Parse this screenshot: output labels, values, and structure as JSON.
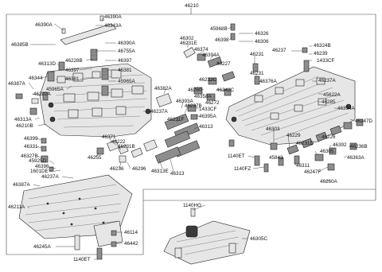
{
  "labels": {
    "l46210": "46210",
    "l46390A_l": "46390A",
    "l46385B": "46385B",
    "l46390A_t": "46390A",
    "l46343A": "46343A",
    "l46390A_m": "46390A",
    "l46755A": "46755A",
    "l46313D": "46313D",
    "l46228B": "46228B",
    "l46397a": "46397",
    "l46397b": "46397",
    "l46381a": "46381",
    "l46381b": "46381",
    "l46344": "46344",
    "l46387A_t": "46387A",
    "l45965A_r": "45965A",
    "l46202A": "46202A",
    "l45965A_l": "45965A",
    "l46313A": "46313A",
    "l46210B": "46210B",
    "l46382A": "46382A",
    "l46237A_m": "46237A",
    "l46393A": "46393A",
    "l46237B": "46237B",
    "l46231F": "46231F",
    "l46313": "46313",
    "l46399": "46399",
    "l46331": "46331",
    "l46327B": "46327B",
    "l45925D": "45925D",
    "l46396": "46396",
    "l1601DE": "1601DE",
    "l46371": "46371",
    "l46222": "46222",
    "l46231B": "46231B",
    "l46255": "46255",
    "l46236": "46236",
    "l46296": "46296",
    "l46313E": "46313E",
    "l46313b": "46313",
    "l46237A_b": "46237A",
    "l46387A_b": "46387A",
    "l46211A": "46211A",
    "l46114": "46114",
    "l46245A": "46245A",
    "l46442": "46442",
    "l1140ET_b": "1140ET",
    "l45968B": "45968B",
    "l46398": "46398",
    "l46326": "46326",
    "l46306": "46306",
    "l46302": "46302",
    "l46231E": "46231E",
    "l46374": "46374",
    "l46394A_t": "46394A",
    "l46227": "46227",
    "l46231a": "46231",
    "l46237": "46237",
    "l46324B": "46324B",
    "l46239": "46239",
    "l1433CF": "1433CF",
    "l46237A_r": "46237A",
    "l46231b": "46231",
    "l46232C": "46232C",
    "l46376A": "46376A",
    "l46260": "46260",
    "l46342C": "46342C",
    "l46358A": "46358A",
    "l46272": "46272",
    "l1433CF_m": "1433CF",
    "l46395A": "46395A",
    "l45622A": "45622A",
    "l46285": "46285",
    "l46394A_r": "46394A",
    "l46247D": "46247D",
    "l46303": "46303",
    "l46229": "46229",
    "l46231D": "46231D",
    "l46226": "46226",
    "l46392": "46392",
    "l46236B": "46236B",
    "l46363A": "46363A",
    "l1140ET_r": "1140ET",
    "l45843": "45843",
    "l46311": "46311",
    "l46305": "46305",
    "l1140FZ": "1140FZ",
    "l46247F": "46247F",
    "l46260A": "46260A",
    "l1140HG": "1140HG",
    "l46305C": "46305C"
  },
  "colors": {
    "outline": "#222222",
    "fill_light": "#e6e6e6",
    "fill_dark": "#8d8d8d",
    "fill_black": "#3a3a3a"
  },
  "icons": [
    "valve-body-upper",
    "valve-body-lower",
    "separator-plate",
    "solenoid",
    "spring",
    "bolt",
    "harness-connector"
  ]
}
